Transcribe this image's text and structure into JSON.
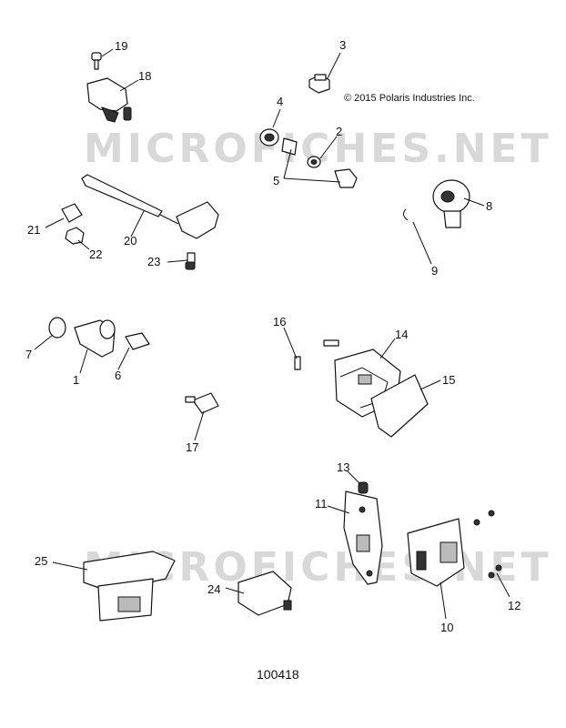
{
  "copyright": "© 2015 Polaris Industries Inc.",
  "watermark": "MICROFICHES.NET",
  "document_number": "100418",
  "callouts": [
    "1",
    "2",
    "3",
    "4",
    "5",
    "6",
    "7",
    "8",
    "9",
    "10",
    "11",
    "12",
    "13",
    "14",
    "15",
    "16",
    "17",
    "18",
    "19",
    "20",
    "21",
    "22",
    "23",
    "24",
    "25"
  ]
}
